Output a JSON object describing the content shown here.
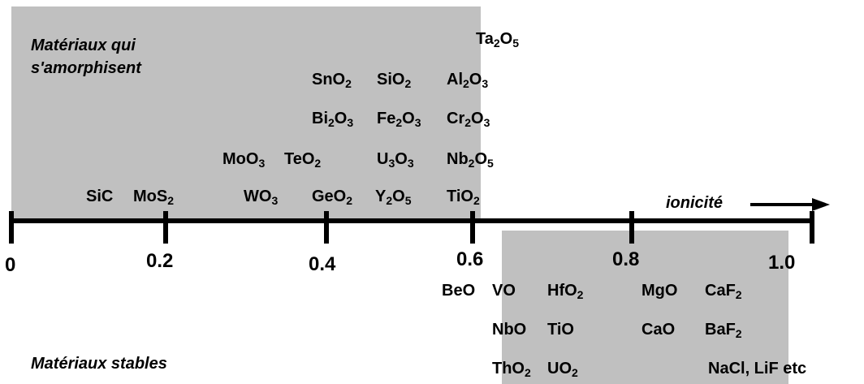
{
  "diagram": {
    "amorphous_region_label": [
      "Matériaux qui",
      "s'amorphisent"
    ],
    "stable_region_label": "Matériaux stables",
    "axis_label": "ionicité",
    "axis_ticks": [
      "0",
      "0.2",
      "0.4",
      "0.6",
      "0.8",
      "1.0"
    ],
    "amorphous_compounds": [
      {
        "id": "Ta2O5",
        "parts": [
          [
            "Ta",
            ""
          ],
          [
            "2",
            "sub"
          ],
          [
            "O",
            ""
          ],
          [
            "5",
            "sub"
          ]
        ]
      },
      {
        "id": "SnO2",
        "parts": [
          [
            "SnO",
            ""
          ],
          [
            "2",
            "sub"
          ]
        ]
      },
      {
        "id": "SiO2",
        "parts": [
          [
            "SiO",
            ""
          ],
          [
            "2",
            "sub"
          ]
        ]
      },
      {
        "id": "Al2O3",
        "parts": [
          [
            "Al",
            ""
          ],
          [
            "2",
            "sub"
          ],
          [
            "O",
            ""
          ],
          [
            "3",
            "sub"
          ]
        ]
      },
      {
        "id": "Bi2O3",
        "parts": [
          [
            "Bi",
            ""
          ],
          [
            "2",
            "sub"
          ],
          [
            "O",
            ""
          ],
          [
            "3",
            "sub"
          ]
        ]
      },
      {
        "id": "Fe2O3",
        "parts": [
          [
            "Fe",
            ""
          ],
          [
            "2",
            "sub"
          ],
          [
            "O",
            ""
          ],
          [
            "3",
            "sub"
          ]
        ]
      },
      {
        "id": "Cr2O3",
        "parts": [
          [
            "Cr",
            ""
          ],
          [
            "2",
            "sub"
          ],
          [
            "O",
            ""
          ],
          [
            "3",
            "sub"
          ]
        ]
      },
      {
        "id": "MoO3",
        "parts": [
          [
            "MoO",
            ""
          ],
          [
            "3",
            "sub"
          ]
        ]
      },
      {
        "id": "TeO2",
        "parts": [
          [
            "TeO",
            ""
          ],
          [
            "2",
            "sub"
          ]
        ]
      },
      {
        "id": "U3O3",
        "parts": [
          [
            "U",
            ""
          ],
          [
            "3",
            "sub"
          ],
          [
            "O",
            ""
          ],
          [
            "3",
            "sub"
          ]
        ]
      },
      {
        "id": "Nb2O5",
        "parts": [
          [
            "Nb",
            ""
          ],
          [
            "2",
            "sub"
          ],
          [
            "O",
            ""
          ],
          [
            "5",
            "sub"
          ]
        ]
      },
      {
        "id": "SiC",
        "parts": [
          [
            "SiC",
            ""
          ]
        ]
      },
      {
        "id": "MoS2",
        "parts": [
          [
            "MoS",
            ""
          ],
          [
            "2",
            "sub"
          ]
        ]
      },
      {
        "id": "WO3",
        "parts": [
          [
            "WO",
            ""
          ],
          [
            "3",
            "sub"
          ]
        ]
      },
      {
        "id": "GeO2",
        "parts": [
          [
            "GeO",
            ""
          ],
          [
            "2",
            "sub"
          ]
        ]
      },
      {
        "id": "Y2O5",
        "parts": [
          [
            "Y",
            ""
          ],
          [
            "2",
            "sub"
          ],
          [
            "O",
            ""
          ],
          [
            "5",
            "sub"
          ]
        ]
      },
      {
        "id": "TiO2-a",
        "parts": [
          [
            "TiO",
            ""
          ],
          [
            "2",
            "sub"
          ]
        ]
      }
    ],
    "stable_compounds": [
      {
        "id": "BeO",
        "parts": [
          [
            "BeO",
            ""
          ]
        ]
      },
      {
        "id": "VO",
        "parts": [
          [
            "VO",
            ""
          ]
        ]
      },
      {
        "id": "HfO2",
        "parts": [
          [
            "HfO",
            ""
          ],
          [
            "2",
            "sub"
          ]
        ]
      },
      {
        "id": "MgO",
        "parts": [
          [
            "MgO",
            ""
          ]
        ]
      },
      {
        "id": "CaF2",
        "parts": [
          [
            "CaF",
            ""
          ],
          [
            "2",
            "sub"
          ]
        ]
      },
      {
        "id": "NbO",
        "parts": [
          [
            "NbO",
            ""
          ]
        ]
      },
      {
        "id": "TiO",
        "parts": [
          [
            "TiO",
            ""
          ]
        ]
      },
      {
        "id": "CaO",
        "parts": [
          [
            "CaO",
            ""
          ]
        ]
      },
      {
        "id": "BaF2",
        "parts": [
          [
            "BaF",
            ""
          ],
          [
            "2",
            "sub"
          ]
        ]
      },
      {
        "id": "ThO2",
        "parts": [
          [
            "ThO",
            ""
          ],
          [
            "2",
            "sub"
          ]
        ]
      },
      {
        "id": "UO2",
        "parts": [
          [
            "UO",
            ""
          ],
          [
            "2",
            "sub"
          ]
        ]
      },
      {
        "id": "NaCl-LiF",
        "parts": [
          [
            "NaCl, LiF etc",
            ""
          ]
        ]
      }
    ]
  }
}
